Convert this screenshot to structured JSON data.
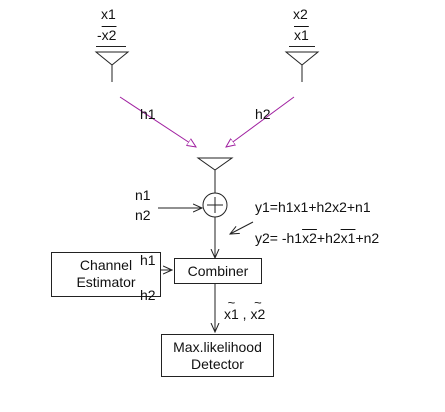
{
  "tx_left": {
    "top": "x1",
    "bottom_prefix": "-",
    "bottom_var": "x2"
  },
  "tx_right": {
    "top": "x2",
    "bottom_var": "x1"
  },
  "channels": {
    "left": "h1",
    "right": "h2"
  },
  "noise": {
    "n1": "n1",
    "n2": "n2"
  },
  "equations": {
    "y1": "y1=h1x1+h2x2+n1",
    "y2_prefix": "y2= -h1",
    "y2_ov1": "x2",
    "y2_mid": "+h2",
    "y2_ov2": "x1",
    "y2_suffix": "+n2"
  },
  "channel_estimator": {
    "line1": "Channel",
    "line2": "Estimator",
    "out1": "h1",
    "out2": "h2"
  },
  "combiner": {
    "label": "Combiner"
  },
  "estimates": {
    "x1": "x1",
    "sep": " , ",
    "x2": "x2"
  },
  "detector": {
    "line1": "Max.likelihood",
    "line2": "Detector"
  },
  "colors": {
    "channel_arrow": "#a020a0",
    "line": "#222222",
    "background": "#ffffff"
  }
}
